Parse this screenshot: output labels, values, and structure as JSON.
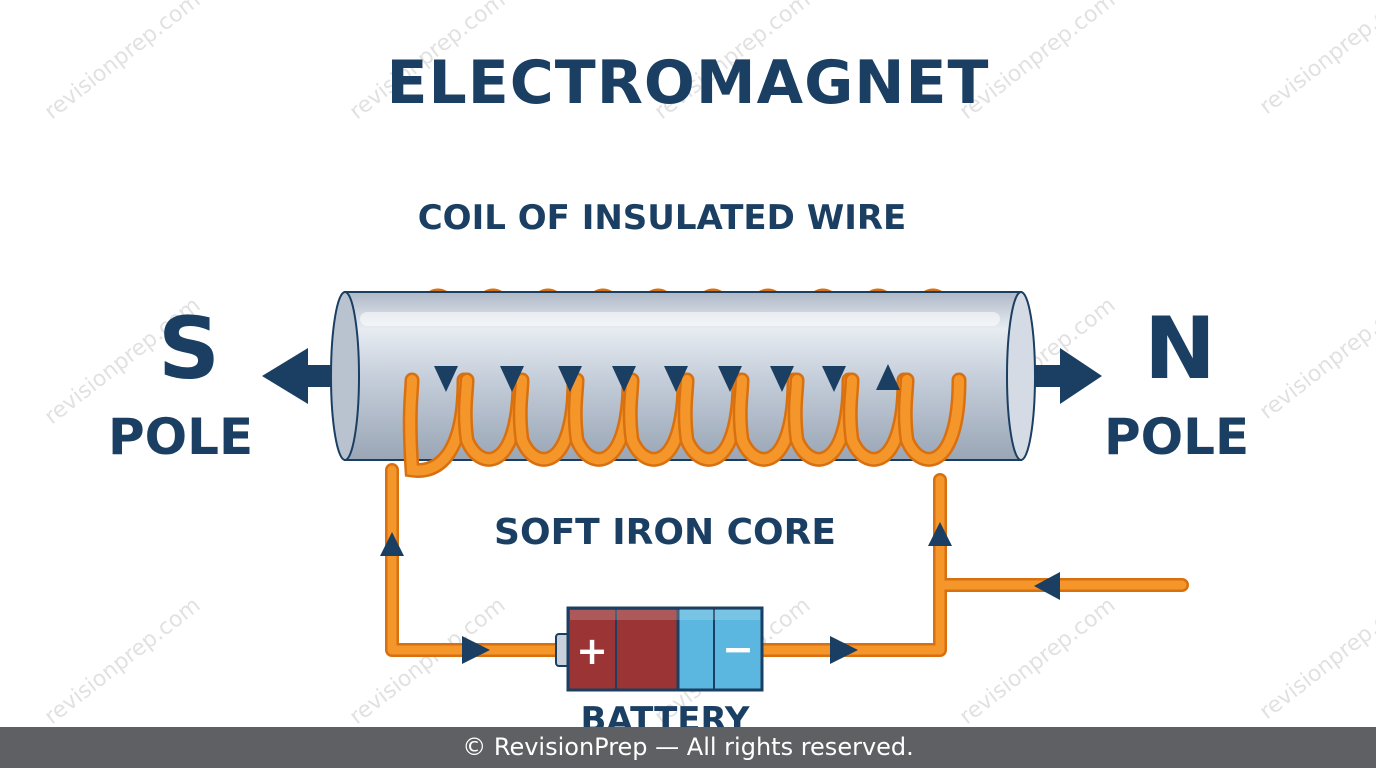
{
  "title": "ELECTROMAGNET",
  "labels": {
    "coil": "COIL OF INSULATED WIRE",
    "core": "SOFT IRON CORE",
    "battery": "BATTERY",
    "south_letter": "S",
    "south_word": "POLE",
    "north_letter": "N",
    "north_word": "POLE",
    "battery_plus": "+",
    "battery_minus": "−"
  },
  "watermark": "revisionprep.com",
  "footer": "© RevisionPrep — All rights reserved.",
  "colors": {
    "title": "#1b3f63",
    "wire": "#f5962a",
    "wire_edge": "#d9700f",
    "core": "#c9d1dc",
    "battery_positive": "#9b3535",
    "battery_negative": "#5bb7e0",
    "arrow": "#1b3f63",
    "footer_bg": "#5f6063"
  }
}
